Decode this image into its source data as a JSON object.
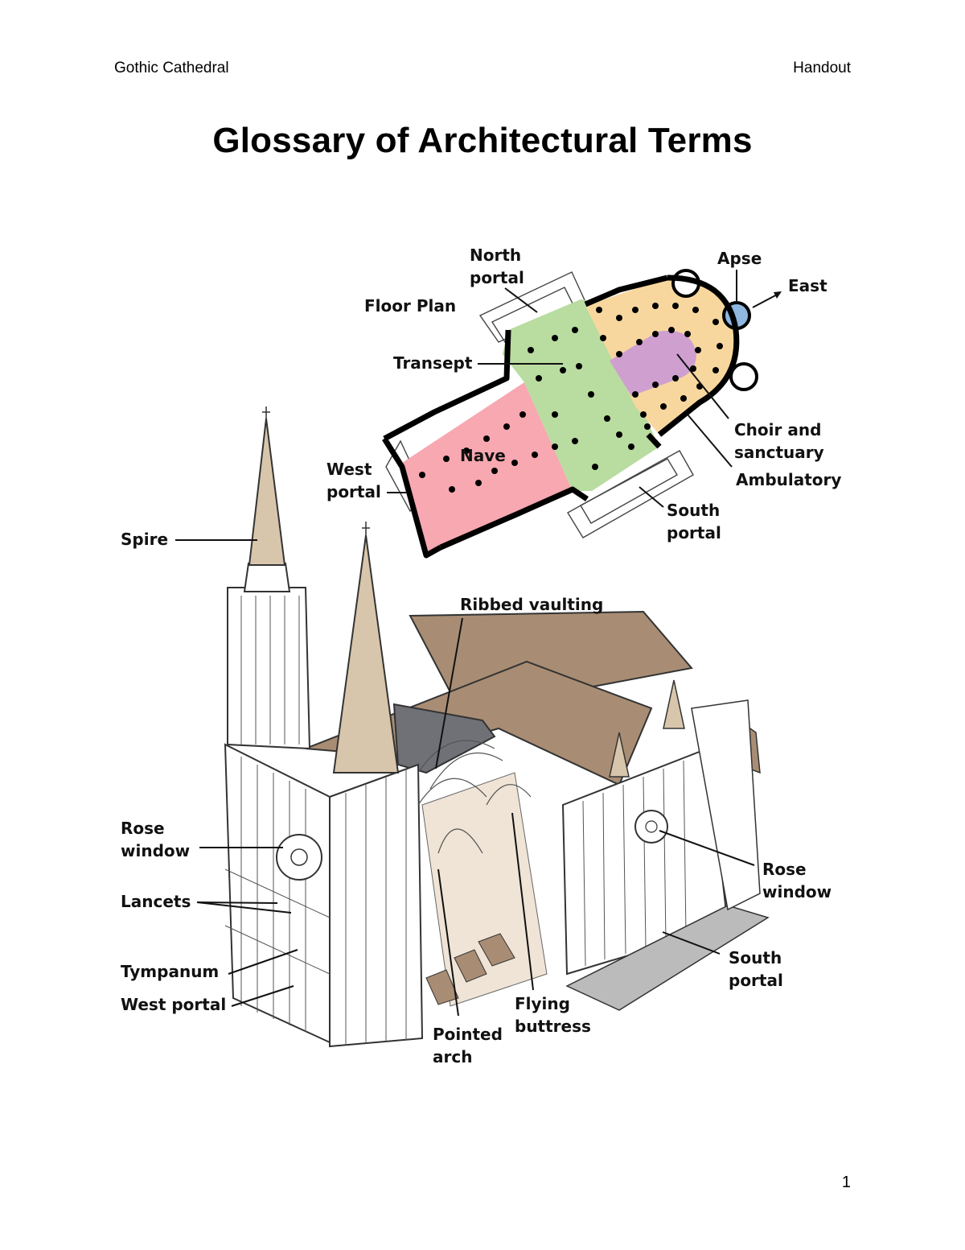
{
  "header": {
    "left": "Gothic Cathedral",
    "right": "Handout"
  },
  "title": "Glossary of Architectural Terms",
  "floor_plan": {
    "heading": "Floor Plan",
    "labels": {
      "north_portal_1": "North",
      "north_portal_2": "portal",
      "apse": "Apse",
      "east": "East",
      "transept": "Transept",
      "nave": "Nave",
      "west_portal_1": "West",
      "west_portal_2": "portal",
      "choir_1": "Choir and",
      "choir_2": "sanctuary",
      "ambulatory": "Ambulatory",
      "south_portal_1": "South",
      "south_portal_2": "portal"
    },
    "colors": {
      "nave": "#f7a8b0",
      "transept": "#b9dca0",
      "ambulatory": "#f8d79e",
      "choir": "#cf9fd0",
      "apse": "#8eb8e0"
    }
  },
  "cathedral": {
    "labels": {
      "spire": "Spire",
      "ribbed_vaulting": "Ribbed vaulting",
      "rose_window_w_1": "Rose",
      "rose_window_w_2": "window",
      "lancets": "Lancets",
      "tympanum": "Tympanum",
      "west_portal": "West portal",
      "pointed_arch_1": "Pointed",
      "pointed_arch_2": "arch",
      "flying_buttress_1": "Flying",
      "flying_buttress_2": "buttress",
      "rose_window_s_1": "Rose",
      "rose_window_s_2": "window",
      "south_portal_1": "South",
      "south_portal_2": "portal"
    },
    "colors": {
      "roof": "#a88d74",
      "spire": "#d8c6ac",
      "slate": "#6f7176",
      "floor": "#efe4d6"
    }
  },
  "page_number": "1"
}
